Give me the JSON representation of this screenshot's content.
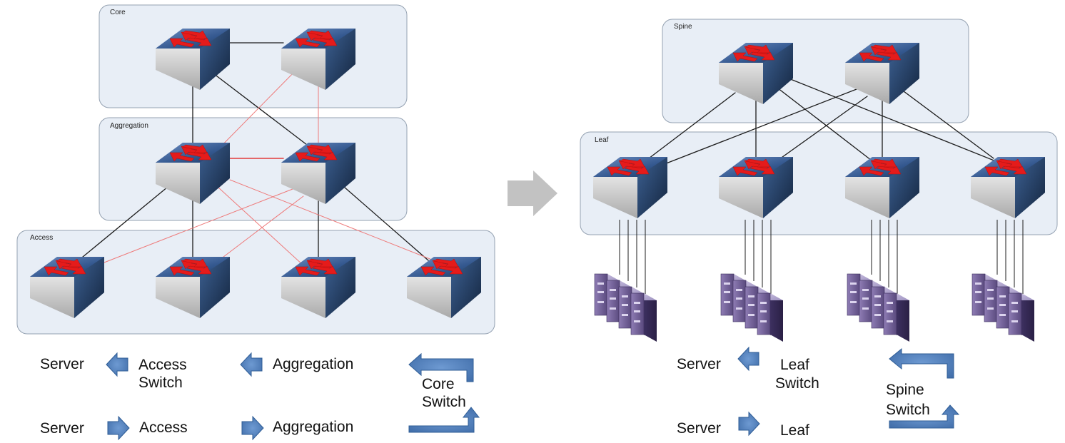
{
  "left_diagram": {
    "tiers": {
      "core": "Core",
      "aggregation": "Aggregation",
      "access": "Access"
    }
  },
  "right_diagram": {
    "tiers": {
      "spine": "Spine",
      "leaf": "Leaf"
    }
  },
  "left_flow": {
    "row1": {
      "server": "Server",
      "access": [
        "Access",
        "Switch"
      ],
      "aggregation": "Aggregation"
    },
    "row2": {
      "server": "Server",
      "access": "Access",
      "aggregation": "Aggregation"
    },
    "core": [
      "Core",
      "Switch"
    ]
  },
  "right_flow": {
    "row1": {
      "server": "Server",
      "leaf": [
        "Leaf",
        "Switch"
      ]
    },
    "row2": {
      "server": "Server",
      "leaf": "Leaf"
    },
    "spine": [
      "Spine",
      "Switch"
    ]
  },
  "colors": {
    "panel_fill": "#e8eef6",
    "panel_stroke": "#95a2b2",
    "link_dark": "#1c1c1c",
    "link_red": "#ee7a7a",
    "switch_top": "#4d6ea3",
    "switch_front": "#cfcfcf",
    "switch_side": "#1d3558",
    "switch_arrow": "#e51b1b",
    "arrow_blue": "#4f7fbd",
    "transition_arrow": "#c2c2c2",
    "server_body": "#6c5a90"
  },
  "icons": [
    "network-switch-icon",
    "server-rack-icon",
    "arrow-left-icon",
    "arrow-right-icon",
    "u-turn-arrow-icon"
  ]
}
